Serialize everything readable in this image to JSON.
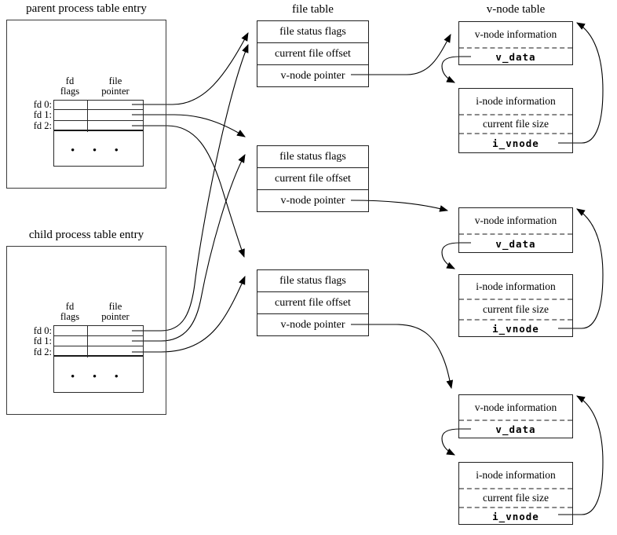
{
  "diagram": {
    "parent": {
      "title": "parent process table entry"
    },
    "child": {
      "title": "child process table entry"
    },
    "fd_table": {
      "col1_header_line1": "fd",
      "col1_header_line2": "flags",
      "col2_header_line1": "file",
      "col2_header_line2": "pointer",
      "rows": [
        "fd 0:",
        "fd 1:",
        "fd 2:"
      ],
      "ellipsis": "• • •"
    },
    "file_table": {
      "title": "file table",
      "rows": [
        "file status flags",
        "current file offset",
        "v-node pointer"
      ]
    },
    "vnode_table": {
      "title": "v-node table",
      "vnode_box": {
        "row1": "v-node information",
        "row2": "v_data"
      },
      "inode_box": {
        "row1": "i-node information",
        "row2": "current file size",
        "row3": "i_vnode"
      }
    }
  },
  "colors": {
    "background": "#ffffff",
    "line": "#000000",
    "border": "#2a2a2a",
    "dashed_divider": "#8a8a8a",
    "text": "#000000"
  }
}
